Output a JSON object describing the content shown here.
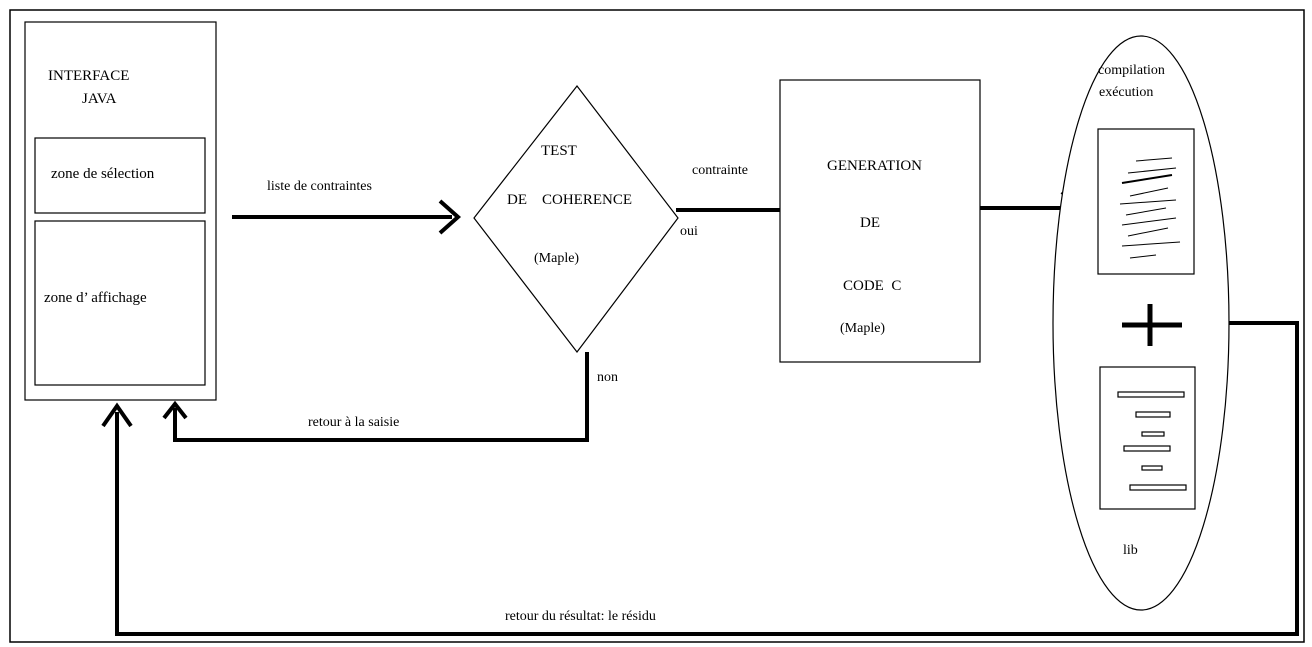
{
  "interface": {
    "title_line1": "INTERFACE",
    "title_line2": "JAVA",
    "selection_zone": "zone de sélection",
    "display_zone": "zone d’ affichage"
  },
  "arrows": {
    "constraints_list": "liste de contraintes",
    "constraint": "contrainte",
    "yes": "oui",
    "no": "non",
    "back_to_input": "retour à la saisie",
    "result_return": "retour du résultat: le résidu"
  },
  "coherence_test": {
    "line1": "TEST",
    "line2": "DE    COHERENCE",
    "line3": "(Maple)"
  },
  "code_generation": {
    "line1": "GENERATION",
    "line2": "DE",
    "line3": "CODE  C",
    "line4": "(Maple)"
  },
  "compilation": {
    "line1": "compilation",
    "line2": "exécution",
    "plus": "+",
    "lib_label": "lib"
  }
}
